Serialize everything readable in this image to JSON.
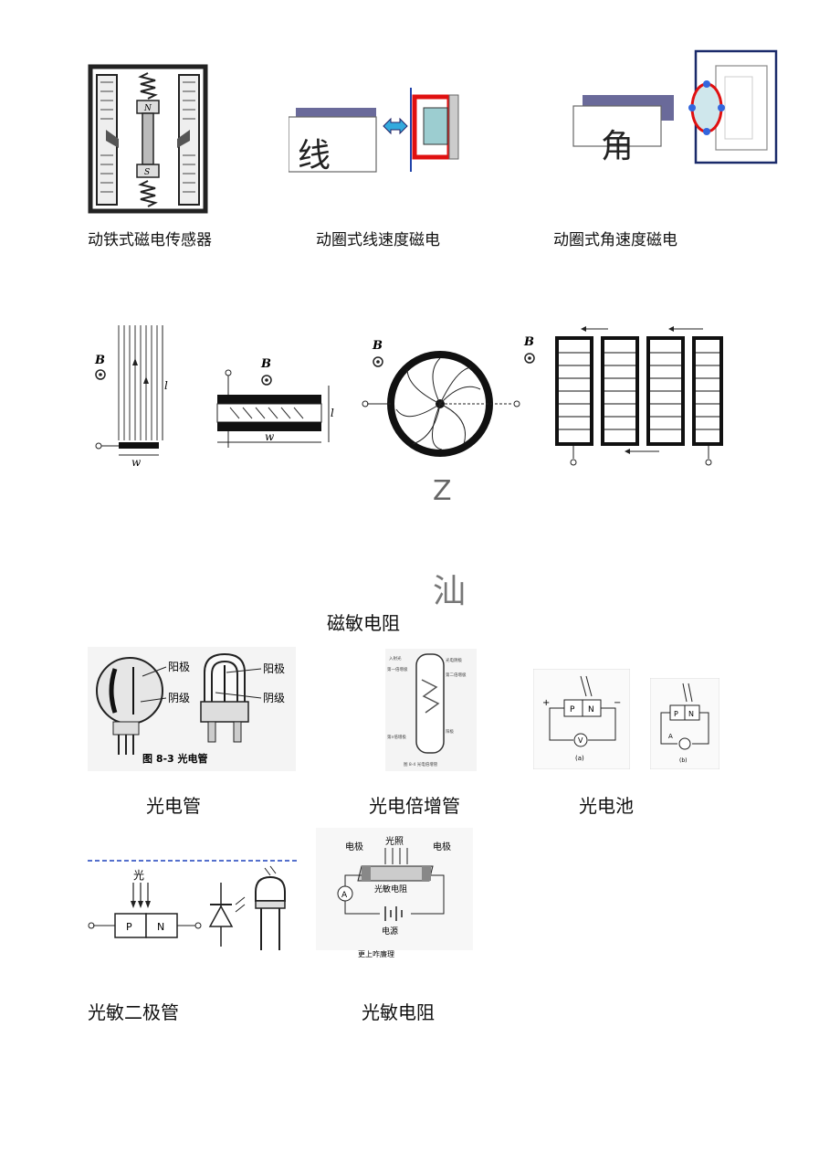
{
  "row1": {
    "fig_a_letters": [
      "N",
      "S"
    ],
    "fig_b_char": "线",
    "fig_c_char": "角",
    "captions": [
      "动铁式磁电传感器",
      "动圈式线速度磁电",
      "动圈式角速度磁电"
    ]
  },
  "row2": {
    "labels": {
      "B": "B",
      "l": "l",
      "w": "w"
    },
    "mark_z": "Z",
    "mark_shan": "汕",
    "caption": "磁敏电阻"
  },
  "row3": {
    "tube_labels": {
      "anode": "阳极",
      "cathode": "阴级"
    },
    "tube_fig_caption": "图 8-3  光电管",
    "pm_labels": [
      "入射光",
      "光电阴极",
      "第一倍增极",
      "第二倍增极",
      "阳极",
      "第n倍增极"
    ],
    "pm_fig_caption": "图 8-4  光电倍增管",
    "cell_labels": {
      "P": "P",
      "N": "N",
      "V": "V",
      "A": "A",
      "a": "(a)",
      "b": "(b)",
      "plus": "+",
      "minus": "−"
    },
    "captions": [
      "光电管",
      "光电倍增管",
      "光电池"
    ]
  },
  "row4": {
    "diode_light": "光",
    "diode_P": "P",
    "diode_N": "N",
    "ldr_labels": {
      "electrode_left": "电极",
      "light": "光照",
      "electrode_right": "电极",
      "resistor": "光敏电阻",
      "ammeter": "A",
      "source": "电源"
    },
    "ldr_note": "更上咋廉理",
    "captions": [
      "光敏二极管",
      "光敏电阻"
    ]
  }
}
